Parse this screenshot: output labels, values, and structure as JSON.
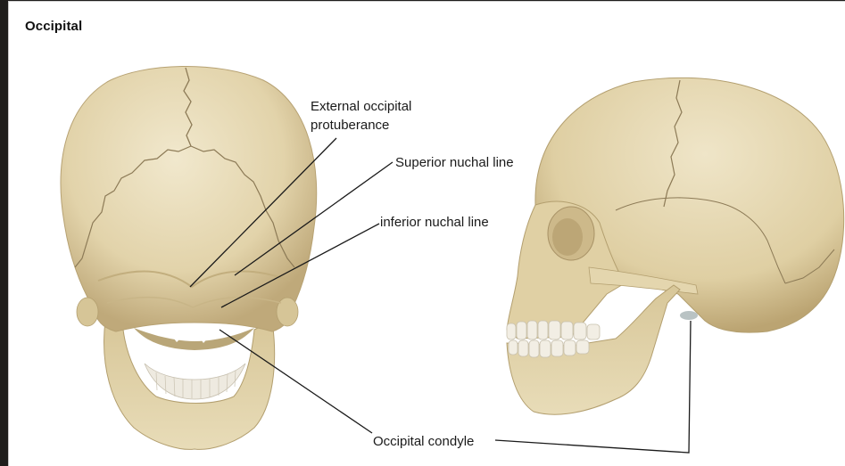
{
  "slide": {
    "title": "Occipital",
    "background": "#ffffff",
    "frame_color": "#1f1e1c"
  },
  "figures": [
    {
      "name": "posterior-view-skull",
      "view": "posterior"
    },
    {
      "name": "lateral-view-skull",
      "view": "lateral"
    }
  ],
  "labels": {
    "external_occipital_line1": "External occipital",
    "external_occipital_line2": "protuberance",
    "superior_nuchal_line": "Superior nuchal line",
    "inferior_nuchal_line": "inferior nuchal line",
    "occipital_condyle": "Occipital condyle"
  },
  "colors": {
    "bone": "#e6d9b4",
    "bone_shadow": "#c9b78a",
    "suture": "#8c7a56",
    "teeth": "#f1ede2",
    "leader_line": "#1a1a1a"
  }
}
